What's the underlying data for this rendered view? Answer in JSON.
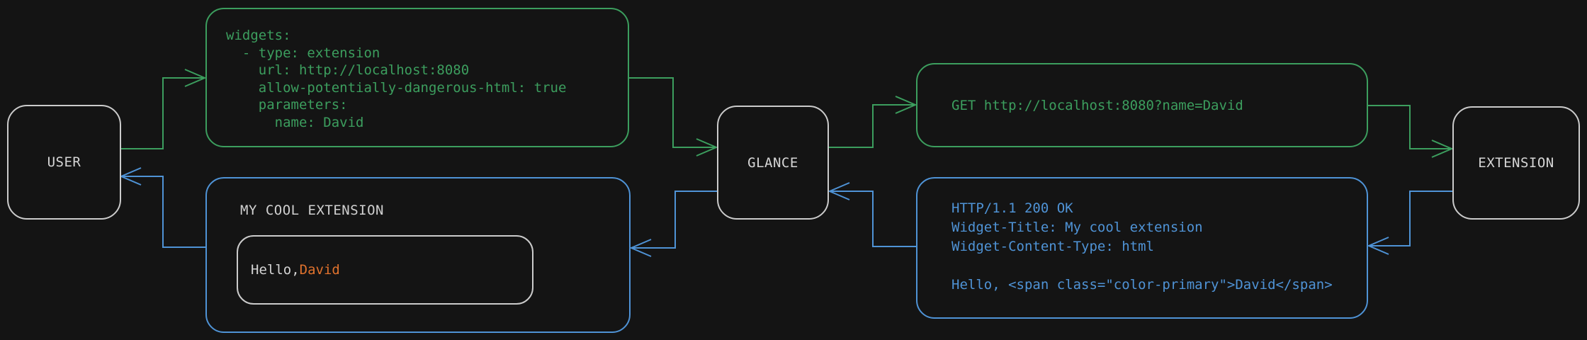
{
  "diagram": {
    "background": "#141414",
    "flows": {
      "request_color": "#3c9e5e",
      "response_color": "#4f93d6",
      "neutral_color": "#cbcbcb"
    },
    "nodes": {
      "user": {
        "label": "USER"
      },
      "glance": {
        "label": "GLANCE"
      },
      "extension": {
        "label": "EXTENSION"
      }
    },
    "config_box": {
      "code": [
        "widgets:",
        "  - type: extension",
        "    url: http://localhost:8080",
        "    allow-potentially-dangerous-html: true",
        "    parameters:",
        "      name: David"
      ]
    },
    "request_box": {
      "code": "GET http://localhost:8080?name=David"
    },
    "response_box": {
      "code": [
        "HTTP/1.1 200 OK",
        "Widget-Title: My cool extension",
        "Widget-Content-Type: html",
        "",
        "Hello, <span class=\"color-primary\">David</span>"
      ]
    },
    "widget_preview": {
      "title": "MY COOL EXTENSION",
      "greeting_prefix": "Hello, ",
      "greeting_name": "David",
      "name_color": "#e0722d"
    }
  }
}
